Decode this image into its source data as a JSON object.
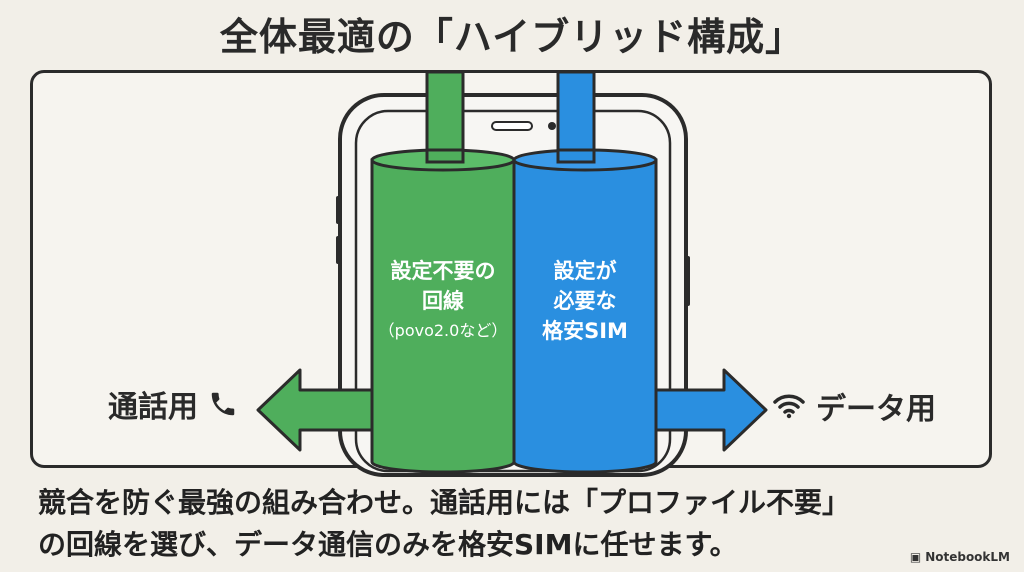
{
  "title": "全体最適の「ハイブリッド構成」",
  "columns": {
    "left": {
      "lines": [
        "設定不要の",
        "回線"
      ],
      "sub": "（povo2.0など）",
      "color": "#4fae5c"
    },
    "right": {
      "lines": [
        "設定が",
        "必要な",
        "格安SIM"
      ],
      "color": "#2a8fe0"
    }
  },
  "arrows": {
    "left_label": "通話用",
    "left_icon": "phone-icon",
    "right_label": "データ用",
    "right_icon": "wifi-icon"
  },
  "caption": {
    "line1": "競合を防ぐ最強の組み合わせ。通話用には「プロファイル不要」",
    "line2": "の回線を選び、データ通信のみを格安SIMに任せます。"
  },
  "brand": "NotebookLM"
}
